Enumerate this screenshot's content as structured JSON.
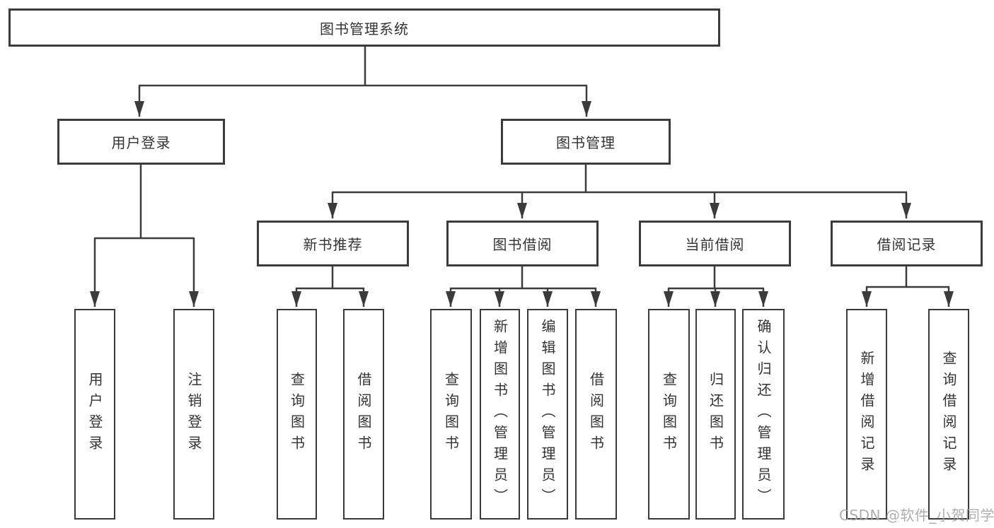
{
  "diagram": {
    "root": {
      "label": "图书管理系统"
    },
    "level2": [
      {
        "label": "用户登录"
      },
      {
        "label": "图书管理"
      }
    ],
    "level3": [
      {
        "label": "新书推荐"
      },
      {
        "label": "图书借阅"
      },
      {
        "label": "当前借阅"
      },
      {
        "label": "借阅记录"
      }
    ],
    "leaves": {
      "login": [
        "用户登录",
        "注销登录"
      ],
      "recommend": [
        "查询图书",
        "借阅图书"
      ],
      "borrow": [
        "查询图书",
        "新增图书（管理员）",
        "编辑图书（管理员）",
        "借阅图书"
      ],
      "current": [
        "查询图书",
        "归还图书",
        "确认归还（管理员）"
      ],
      "records": [
        "新增借阅记录",
        "查询借阅记录"
      ]
    }
  },
  "watermark": {
    "text": "CSDN @软件_小贺同学",
    "color": "#a5a5a5"
  },
  "colors": {
    "line": "#3b3b3b",
    "border": "#3b3b3b",
    "text": "#333333",
    "background": "#ffffff"
  }
}
